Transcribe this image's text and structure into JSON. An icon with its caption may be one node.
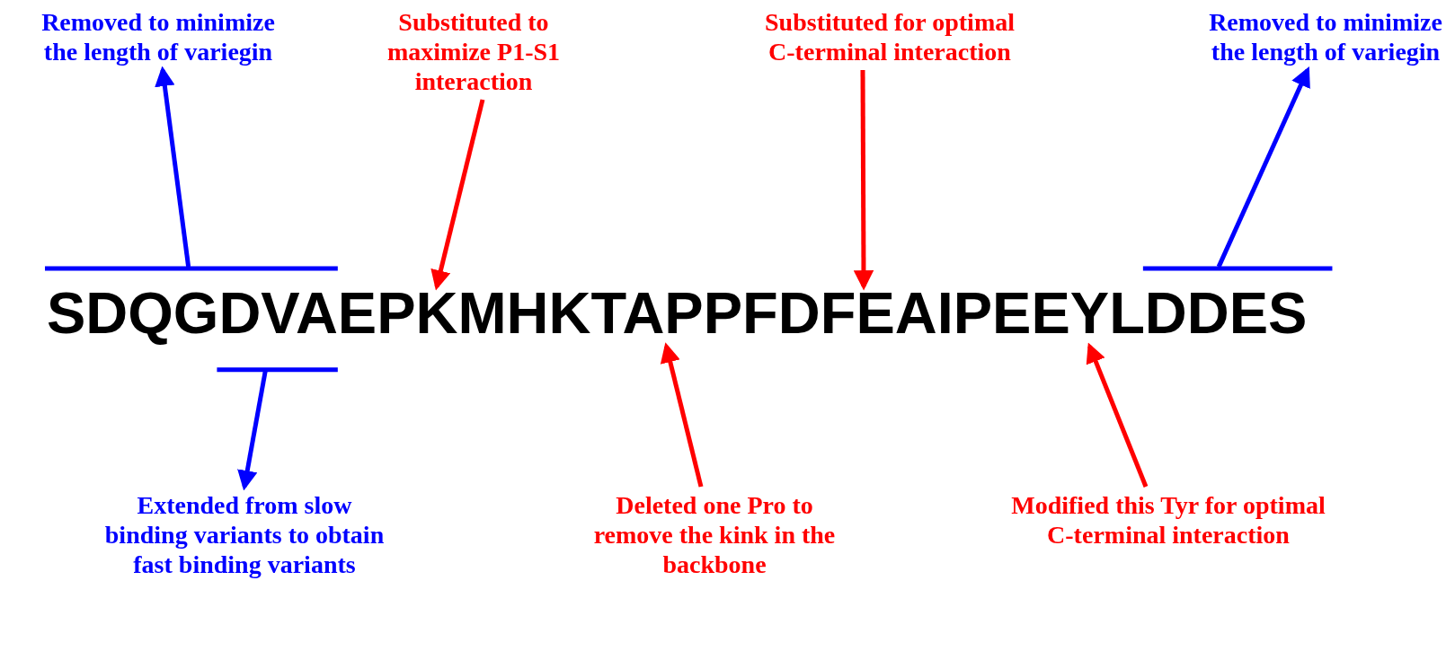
{
  "diagram": {
    "nodes": [
      {
        "text": [
          "Removed to minimize the length of variegin"
        ]
      },
      {
        "text": [
          "Substituted to maximize P1-S1 interaction"
        ]
      },
      {
        "text": [
          "Substituted for optimal C-terminal interaction"
        ]
      },
      {
        "text": [
          "Removed to minimize the length of variegin"
        ]
      },
      {
        "text": [],
        "shape": "bar"
      },
      {
        "text": [],
        "shape": "bar"
      },
      {
        "text": [
          "SDQGDVAEPKMHKTAPPFDFEAIPEEYLDDES"
        ]
      },
      {
        "text": [],
        "shape": "bar"
      },
      {
        "text": [
          "Extended from slow binding variants to obtain fast binding variants"
        ]
      },
      {
        "text": [
          "Deleted one Pro to remove the kink in the backbone"
        ]
      },
      {
        "text": [
          "Modified this Tyr for optimal C-terminal interaction"
        ]
      }
    ],
    "edges": [
      {
        "from": 4,
        "to": 0,
        "arrow": "to",
        "color": "#0000ff"
      },
      {
        "from": 1,
        "to": 6,
        "arrow": "to"
      },
      {
        "from": 2,
        "to": 6,
        "arrow": "to"
      },
      {
        "from": 5,
        "to": 3,
        "arrow": "to",
        "color": "#0000ff"
      },
      {
        "from": 7,
        "to": 8,
        "arrow": "to",
        "color": "#0000ff"
      },
      {
        "from": 9,
        "to": 6,
        "arrow": "to"
      },
      {
        "from": 10,
        "to": 6,
        "arrow": "to"
      }
    ]
  }
}
